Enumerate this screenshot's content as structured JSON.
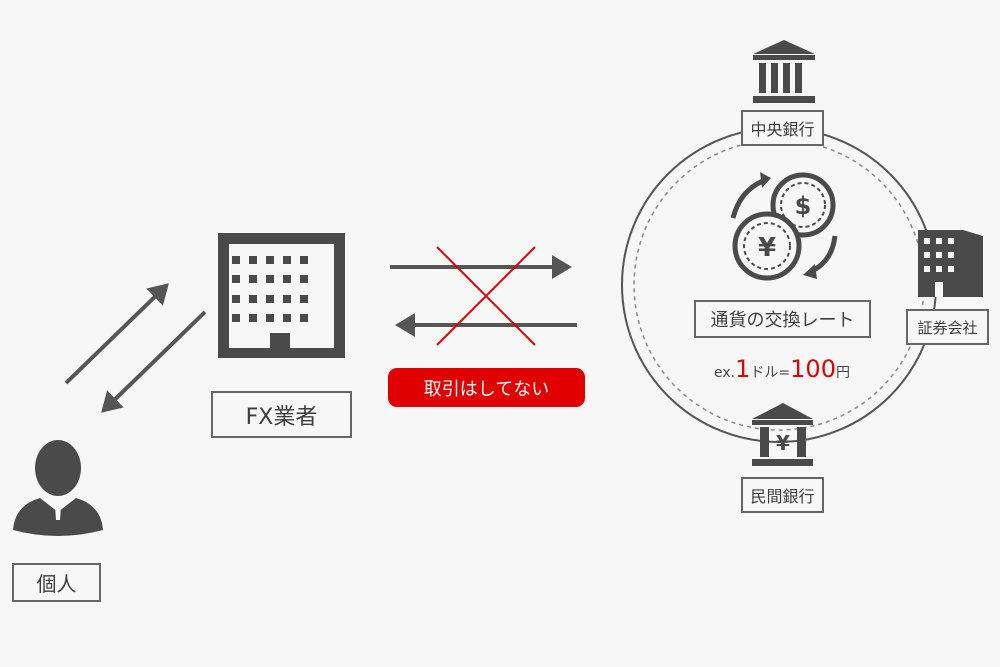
{
  "labels": {
    "individual": "個人",
    "fx_broker": "FX業者",
    "central_bank": "中央銀行",
    "securities_company": "証券会社",
    "private_bank": "民間銀行",
    "exchange_rate": "通貨の交換レート"
  },
  "no_trade_badge": "取引はしてない",
  "rate_example": {
    "prefix": "ex.",
    "amount1": "1",
    "unit1": "ドル",
    "equals": "=",
    "amount2": "100",
    "unit2": "円"
  },
  "colors": {
    "accent": "#e00000",
    "icon": "#4a4a4a",
    "background": "#f7f7f7"
  }
}
